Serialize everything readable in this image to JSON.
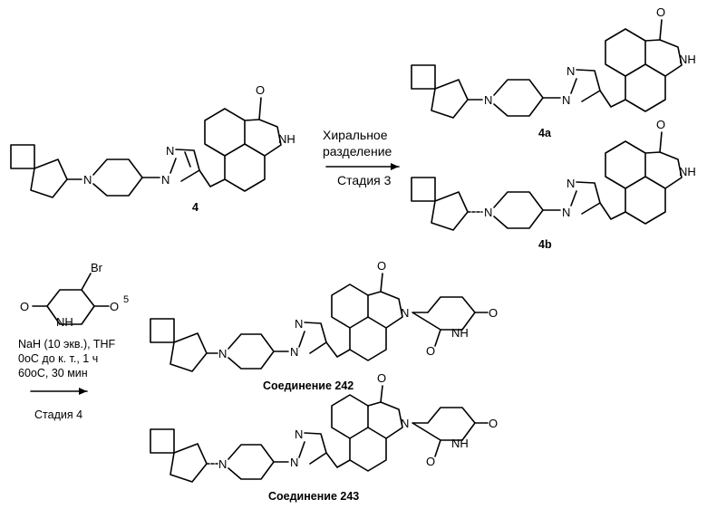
{
  "step3": {
    "line1": "Хиральное",
    "line2": "разделение",
    "stage": "Стадия 3"
  },
  "step4": {
    "reagent_label": "5",
    "cond1": "NaH (10 экв.), THF",
    "cond2": "0oC до к. т.,  1 ч",
    "cond3": "60oC, 30 мин",
    "stage": "Стадия 4"
  },
  "compounds": {
    "start": "4",
    "isomer_a": "4a",
    "isomer_b": "4b",
    "product_1": "Соединение 242",
    "product_2": "Соединение 243"
  },
  "atoms": {
    "N": "N",
    "O": "O",
    "NH": "NH",
    "Br": "Br"
  }
}
